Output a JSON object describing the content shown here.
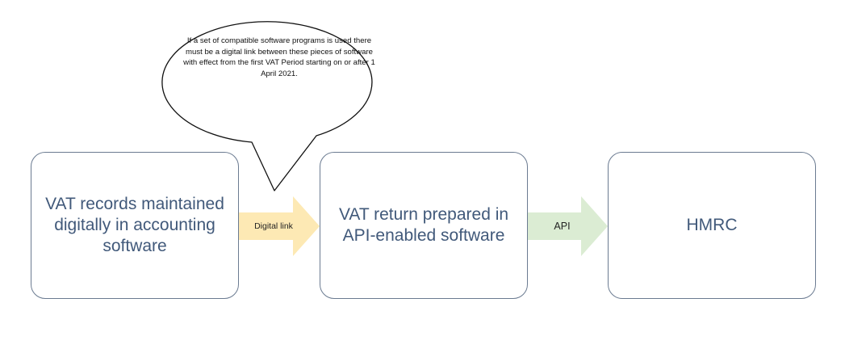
{
  "callout": {
    "text": "If a set of compatible software programs is used there must be a digital link between these pieces of software with effect from the first VAT Period starting on or after 1 April 2021."
  },
  "boxes": {
    "records": "VAT records maintained digitally in accounting software",
    "return": "VAT return prepared in API-enabled software",
    "hmrc": "HMRC"
  },
  "arrows": {
    "digital_link": "Digital link",
    "api": "API"
  },
  "colors": {
    "box_border": "#6b7b91",
    "box_text": "#41597a",
    "digital_link_fill": "#fde9b4",
    "api_fill": "#dbecd3"
  }
}
